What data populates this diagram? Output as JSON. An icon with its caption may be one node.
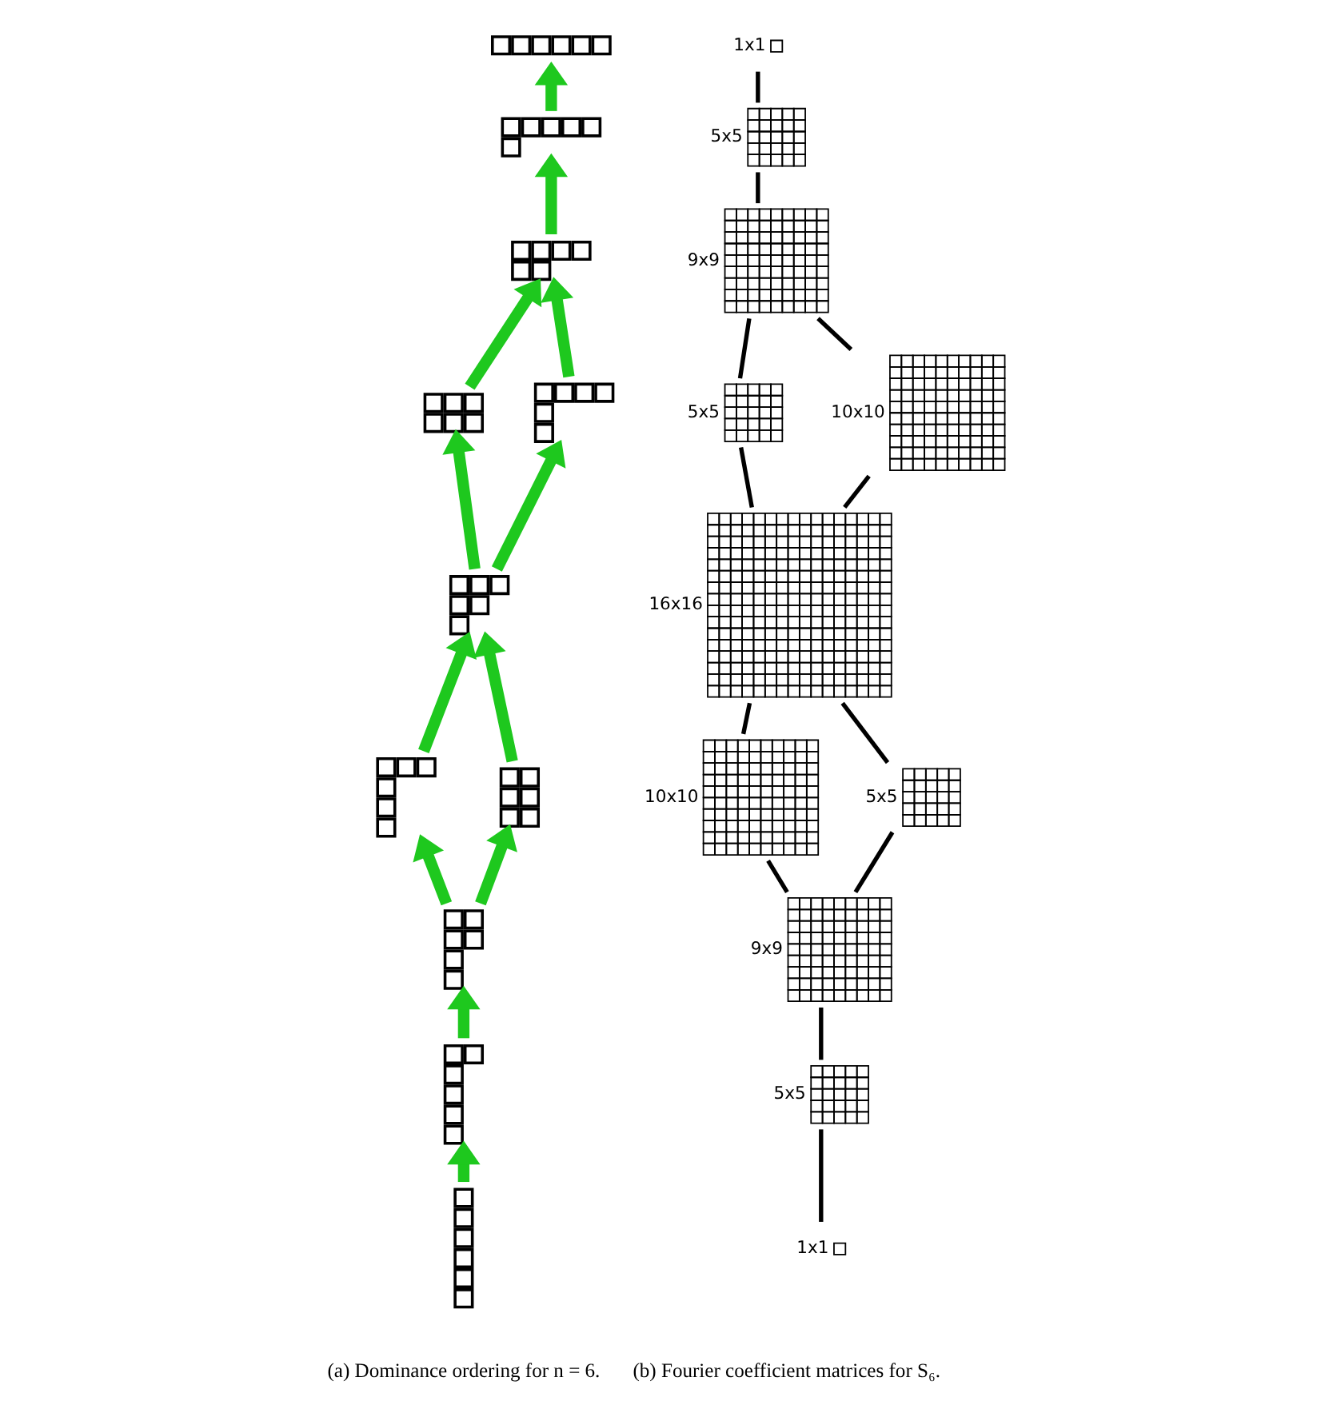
{
  "diagram": {
    "nodes": [
      {
        "text": [],
        "shape": "grid"
      },
      {
        "text": [],
        "shape": "grid"
      },
      {
        "text": [],
        "shape": "grid"
      },
      {
        "text": [],
        "shape": "grid"
      },
      {
        "text": [],
        "shape": "grid"
      },
      {
        "text": [],
        "shape": "grid"
      },
      {
        "text": [],
        "shape": "grid"
      },
      {
        "text": [],
        "shape": "grid"
      },
      {
        "text": [],
        "shape": "grid"
      },
      {
        "text": [],
        "shape": "grid"
      },
      {
        "text": [],
        "shape": "grid"
      },
      {
        "text": [],
        "shape": "grid",
        "beside": [
          "1x1"
        ]
      },
      {
        "text": [],
        "shape": "grid",
        "beside": [
          "5x5"
        ]
      },
      {
        "text": [],
        "shape": "grid",
        "beside": [
          "9x9"
        ]
      },
      {
        "text": [],
        "shape": "grid",
        "beside": [
          "5x5"
        ]
      },
      {
        "text": [],
        "shape": "grid",
        "beside": [
          "10x10"
        ]
      },
      {
        "text": [],
        "shape": "grid",
        "beside": [
          "16x16"
        ]
      },
      {
        "text": [],
        "shape": "grid",
        "beside": [
          "10x10"
        ]
      },
      {
        "text": [],
        "shape": "grid",
        "beside": [
          "5x5"
        ]
      },
      {
        "text": [],
        "shape": "grid",
        "beside": [
          "9x9"
        ]
      },
      {
        "text": [],
        "shape": "grid",
        "beside": [
          "5x5"
        ]
      },
      {
        "text": [],
        "shape": "grid",
        "beside": [
          "1x1"
        ]
      }
    ],
    "edges": [
      {
        "from": 10,
        "to": 9,
        "arrow": "to",
        "style": "thick",
        "color": "#1ec81e"
      },
      {
        "from": 9,
        "to": 8,
        "arrow": "to",
        "style": "thick",
        "color": "#1ec81e"
      },
      {
        "from": 8,
        "to": 6,
        "arrow": "to",
        "style": "thick",
        "color": "#1ec81e"
      },
      {
        "from": 8,
        "to": 7,
        "arrow": "to",
        "style": "thick",
        "color": "#1ec81e"
      },
      {
        "from": 6,
        "to": 5,
        "arrow": "to",
        "style": "thick",
        "color": "#1ec81e"
      },
      {
        "from": 7,
        "to": 5,
        "arrow": "to",
        "style": "thick",
        "color": "#1ec81e"
      },
      {
        "from": 5,
        "to": 3,
        "arrow": "to",
        "style": "thick",
        "color": "#1ec81e"
      },
      {
        "from": 5,
        "to": 4,
        "arrow": "to",
        "style": "thick",
        "color": "#1ec81e"
      },
      {
        "from": 3,
        "to": 2,
        "arrow": "to",
        "style": "thick",
        "color": "#1ec81e"
      },
      {
        "from": 4,
        "to": 2,
        "arrow": "to",
        "style": "thick",
        "color": "#1ec81e"
      },
      {
        "from": 2,
        "to": 1,
        "arrow": "to",
        "style": "thick",
        "color": "#1ec81e"
      },
      {
        "from": 1,
        "to": 0,
        "arrow": "to",
        "style": "thick",
        "color": "#1ec81e"
      },
      {
        "from": 21,
        "to": 20,
        "arrow": "none",
        "color": "#000000"
      },
      {
        "from": 20,
        "to": 19,
        "arrow": "none",
        "color": "#000000"
      },
      {
        "from": 19,
        "to": 17,
        "arrow": "none",
        "color": "#000000"
      },
      {
        "from": 19,
        "to": 18,
        "arrow": "none",
        "color": "#000000"
      },
      {
        "from": 17,
        "to": 16,
        "arrow": "none",
        "color": "#000000"
      },
      {
        "from": 18,
        "to": 16,
        "arrow": "none",
        "color": "#000000"
      },
      {
        "from": 16,
        "to": 14,
        "arrow": "none",
        "color": "#000000"
      },
      {
        "from": 16,
        "to": 15,
        "arrow": "none",
        "color": "#000000"
      },
      {
        "from": 14,
        "to": 13,
        "arrow": "none",
        "color": "#000000"
      },
      {
        "from": 15,
        "to": 13,
        "arrow": "none",
        "color": "#000000"
      },
      {
        "from": 13,
        "to": 12,
        "arrow": "none",
        "color": "#000000"
      },
      {
        "from": 12,
        "to": 11,
        "arrow": "none",
        "color": "#000000"
      }
    ],
    "labels": [
      "(a) Dominance ordering for n = 6.",
      "(b) Fourier coefficient matrices for S₆."
    ]
  }
}
